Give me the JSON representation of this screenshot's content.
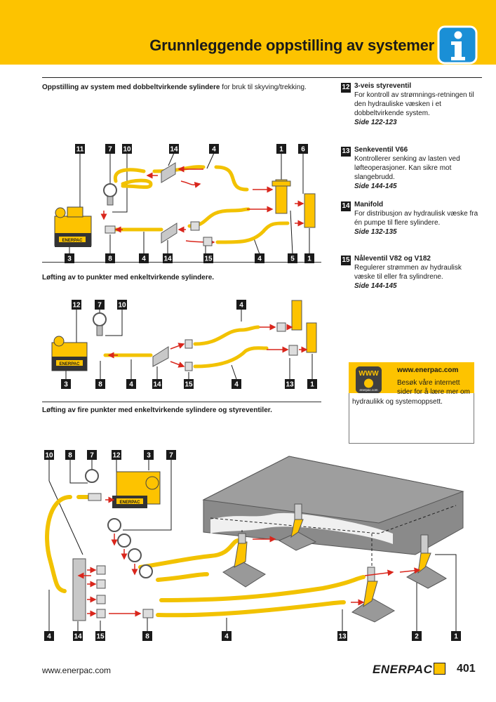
{
  "header": {
    "title": "Grunnleggende oppstilling av systemer"
  },
  "intro": {
    "bold": "Oppstilling av system med dobbeltvirkende sylindere",
    "rest": " for bruk til skyving/trekking."
  },
  "sections": [
    {
      "title": "Løfting av to punkter med enkeltvirkende sylindere."
    },
    {
      "title": "Løfting av fire punkter med enkeltvirkende sylindere og styreventiler."
    }
  ],
  "legend": [
    {
      "num": "12",
      "title": "3-veis styreventil",
      "text": "For kontroll av strømnings-retningen til den hydrauliske væsken i et dobbeltvirkende system.",
      "ref": "Side 122-123"
    },
    {
      "num": "13",
      "title": "Senkeventil V66",
      "text": "Kontrollerer senking av lasten ved løfteoperasjoner. Kan sikre mot slangebrudd.",
      "ref": "Side 144-145"
    },
    {
      "num": "14",
      "title": "Manifold",
      "text": "For distribusjon av hydraulisk væske fra én pumpe til flere sylindere.",
      "ref": "Side 132-135"
    },
    {
      "num": "15",
      "title": "Nåleventil V82 og V182",
      "text": "Regulerer strømmen av hydraulisk væske til eller fra sylindrene.",
      "ref": "Side 144-145"
    }
  ],
  "web": {
    "badge": "WWW",
    "badge_sub": "enerpac.com",
    "url": "www.enerpac.com",
    "text1": "Besøk våre internett sider for å lære mer om",
    "text2": "hydraulikk og systemoppsett."
  },
  "diagram1": {
    "top_labels": [
      "11",
      "7",
      "10",
      "14",
      "4",
      "1",
      "6"
    ],
    "bottom_labels": [
      "3",
      "8",
      "4",
      "14",
      "15",
      "4",
      "5",
      "1"
    ],
    "pump_brand": "ENERPAC"
  },
  "diagram2": {
    "top_labels": [
      "12",
      "7",
      "10",
      "4"
    ],
    "bottom_labels": [
      "3",
      "8",
      "4",
      "14",
      "15",
      "4",
      "13",
      "1"
    ],
    "pump_brand": "ENERPAC"
  },
  "diagram3": {
    "top_labels": [
      "10",
      "8",
      "7",
      "12",
      "3",
      "7"
    ],
    "bottom_labels": [
      "4",
      "14",
      "15",
      "8",
      "4",
      "13",
      "2",
      "1"
    ],
    "pump_brand": "ENERPAC"
  },
  "footer": {
    "url": "www.enerpac.com",
    "brand": "ENERPAC",
    "page": "401"
  },
  "colors": {
    "yellow": "#fdc300",
    "hose": "#f2c200",
    "arrow": "#d9261c",
    "dark": "#1a1a1a"
  }
}
